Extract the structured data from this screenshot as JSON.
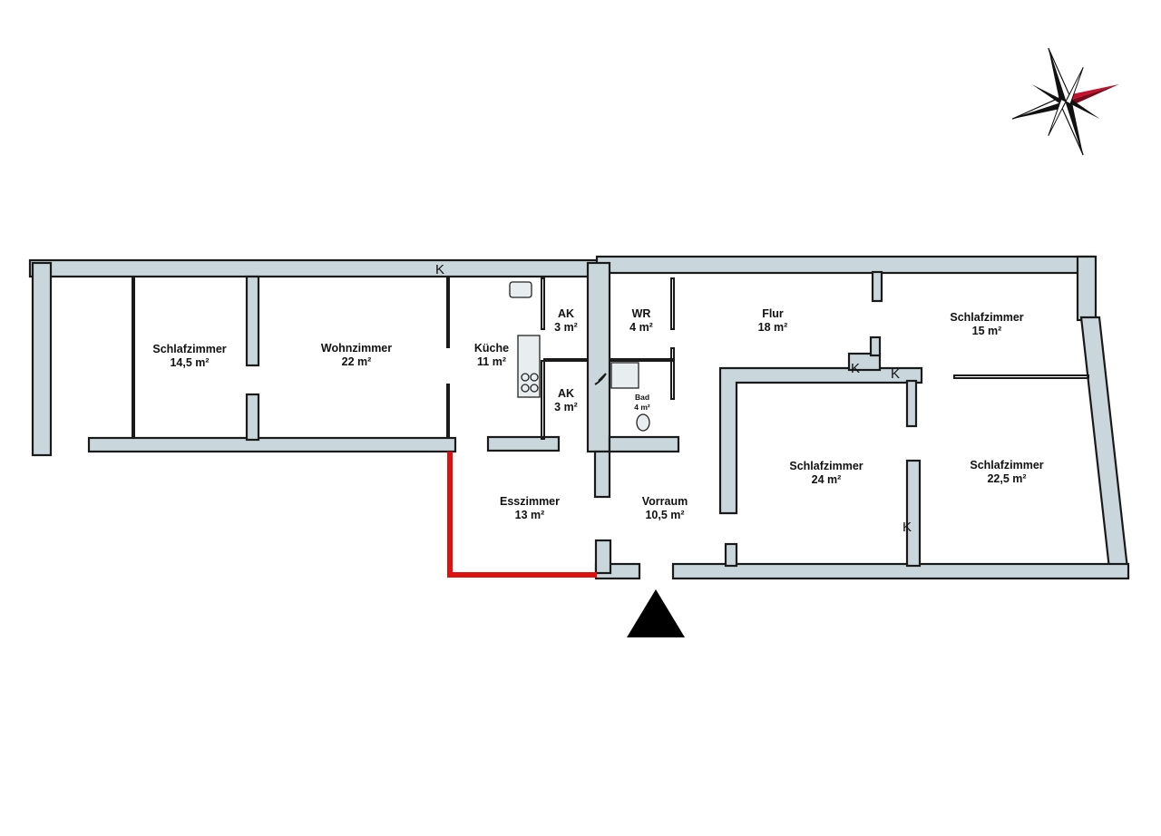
{
  "rooms": [
    {
      "id": "schlafzimmer-1",
      "name": "Schlafzimmer",
      "area": "14,5 m²"
    },
    {
      "id": "wohnzimmer",
      "name": "Wohnzimmer",
      "area": "22 m²"
    },
    {
      "id": "kueche",
      "name": "Küche",
      "area": "11 m²"
    },
    {
      "id": "ak-1",
      "name": "AK",
      "area": "3 m²"
    },
    {
      "id": "ak-2",
      "name": "AK",
      "area": "3 m²"
    },
    {
      "id": "wr",
      "name": "WR",
      "area": "4 m²"
    },
    {
      "id": "bad",
      "name": "Bad",
      "area": "4 m²"
    },
    {
      "id": "flur",
      "name": "Flur",
      "area": "18 m²"
    },
    {
      "id": "schlafzimmer-2",
      "name": "Schlafzimmer",
      "area": "15 m²"
    },
    {
      "id": "schlafzimmer-3",
      "name": "Schlafzimmer",
      "area": "24 m²"
    },
    {
      "id": "schlafzimmer-4",
      "name": "Schlafzimmer",
      "area": "22,5 m²"
    },
    {
      "id": "esszimmer",
      "name": "Esszimmer",
      "area": "13 m²"
    },
    {
      "id": "vorraum",
      "name": "Vorraum",
      "area": "10,5 m²"
    }
  ],
  "marks": {
    "k": "K"
  },
  "colors": {
    "wall": "#c9d7dc",
    "new_wall": "#e01010",
    "compass_red": "#c8102e",
    "entrance": "#000000"
  },
  "icons": {
    "compass": "compass-rose-icon",
    "entrance": "entrance-triangle-icon"
  }
}
